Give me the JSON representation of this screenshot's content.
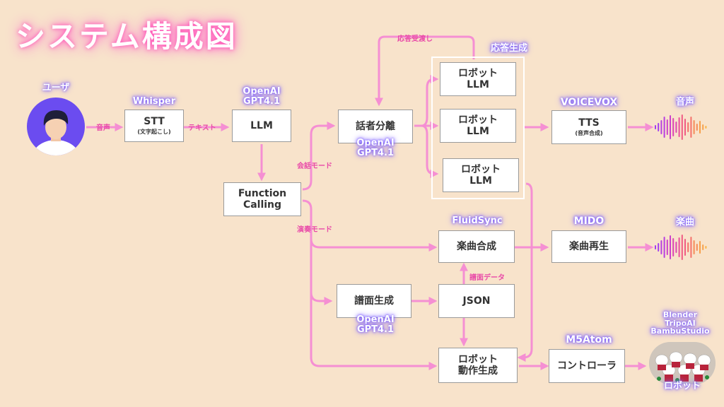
{
  "title": "システム構成図",
  "labels": {
    "user": "ユーザ",
    "whisper": "Whisper",
    "openai_line1": "OpenAI",
    "openai_line2": "GPT4.1",
    "voicevox": "VOICEVOX",
    "onsei_out": "音声",
    "fluidsync": "FluidSync",
    "mido": "MIDO",
    "gakkyoku_out": "楽曲",
    "m5atom": "M5Atom",
    "tools_1": "Blender",
    "tools_2": "TripoAI",
    "tools_3": "BambuStudio",
    "robot": "ロボット",
    "oto_seisei": "応答生成"
  },
  "edge_labels": {
    "onsei": "音声",
    "text": "テキスト",
    "kaiwa_mode": "会話モード",
    "ensou_mode": "演奏モード",
    "outo_uke": "応答受渡し",
    "fumen_data": "譜面データ"
  },
  "boxes": {
    "stt": {
      "title": "STT",
      "sub": "(文字起こし)"
    },
    "llm": {
      "title": "LLM"
    },
    "function_calling": {
      "line1": "Function",
      "line2": "Calling"
    },
    "speaker_sep": {
      "title": "話者分離"
    },
    "robot_llm_1": {
      "line1": "ロボット",
      "line2": "LLM"
    },
    "robot_llm_2": {
      "line1": "ロボット",
      "line2": "LLM"
    },
    "robot_llm_3": {
      "line1": "ロボット",
      "line2": "LLM"
    },
    "tts": {
      "title": "TTS",
      "sub": "(音声合成)"
    },
    "gakkyoku_gousei": {
      "title": "楽曲合成"
    },
    "gakkyoku_saisei": {
      "title": "楽曲再生"
    },
    "fumen_seisei": {
      "title": "譜面生成"
    },
    "json": {
      "title": "JSON"
    },
    "robot_dousa": {
      "line1": "ロボット",
      "line2": "動作生成"
    },
    "controller": {
      "title": "コントローラ"
    }
  },
  "colors": {
    "background": "#f8e3cb",
    "arrow": "#f58fd3",
    "glow": "#8a6bff",
    "accent": "#e94aa8"
  }
}
